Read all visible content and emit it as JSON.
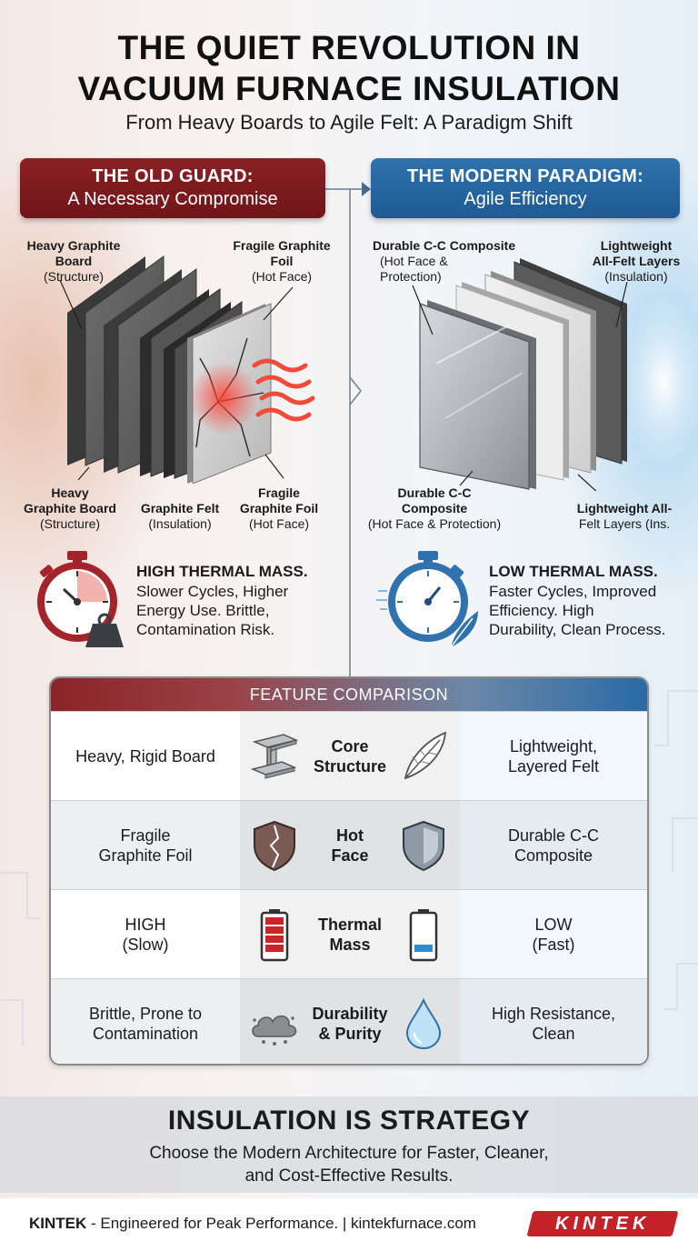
{
  "header": {
    "title_line1": "THE QUIET REVOLUTION IN",
    "title_line2": "VACUUM FURNACE INSULATION",
    "subtitle": "From Heavy Boards to Agile Felt: A Paradigm Shift"
  },
  "old": {
    "banner_title": "THE OLD GUARD:",
    "banner_subtitle": "A Necessary Compromise",
    "label_board_top_bold": "Heavy Graphite Board",
    "label_board_top_sub": "(Structure)",
    "label_foil_top_bold": "Fragile Graphite Foil",
    "label_foil_top_sub": "(Hot Face)",
    "label_board_bottom_l1": "Heavy",
    "label_board_bottom_l2": "Graphite Board",
    "label_board_bottom_l3": "(Structure)",
    "label_felt_l1": "Graphite Felt",
    "label_felt_l2": "(Insulation)",
    "label_foil_bottom_l1": "Fragile",
    "label_foil_bottom_l2": "Graphite Foil",
    "label_foil_bottom_l3": "(Hot Face)",
    "mass_title": "HIGH THERMAL MASS.",
    "mass_desc_l1": "Slower Cycles, Higher",
    "mass_desc_l2": "Energy Use. Brittle,",
    "mass_desc_l3": "Contamination Risk."
  },
  "modern": {
    "banner_title": "THE MODERN PARADIGM:",
    "banner_subtitle": "Agile Efficiency",
    "label_cc_top_bold": "Durable C-C Composite",
    "label_cc_top_sub1": "(Hot Face &",
    "label_cc_top_sub2": "Protection)",
    "label_felt_top_bold1": "Lightweight",
    "label_felt_top_bold2": "All-Felt Layers",
    "label_felt_top_sub": "(Insulation)",
    "label_cc_bottom_l1": "Durable C-C",
    "label_cc_bottom_l2": "Composite",
    "label_cc_bottom_l3": "(Hot Face & Protection)",
    "label_felt_bottom_l1": "Lightweight All-",
    "label_felt_bottom_l2": "Felt Layers (Ins.",
    "mass_title": "LOW THERMAL MASS.",
    "mass_desc_l1": "Faster Cycles, Improved",
    "mass_desc_l2": "Efficiency. High",
    "mass_desc_l3": "Durability, Clean Process."
  },
  "comparison": {
    "header": "FEATURE COMPARISON",
    "rows": [
      {
        "old": "Heavy, Rigid Board",
        "feature_l1": "Core",
        "feature_l2": "Structure",
        "new_l1": "Lightweight,",
        "new_l2": "Layered Felt",
        "icon_left": "steel-beam-icon",
        "icon_right": "feather-icon"
      },
      {
        "old_l1": "Fragile",
        "old_l2": "Graphite Foil",
        "feature_l1": "Hot",
        "feature_l2": "Face",
        "new_l1": "Durable C-C",
        "new_l2": "Composite",
        "icon_left": "cracked-shield-icon",
        "icon_right": "shield-icon"
      },
      {
        "old_l1": "HIGH",
        "old_l2": "(Slow)",
        "feature_l1": "Thermal",
        "feature_l2": "Mass",
        "new_l1": "LOW",
        "new_l2": "(Fast)",
        "icon_left": "full-battery-icon",
        "icon_right": "low-battery-icon"
      },
      {
        "old_l1": "Brittle, Prone to",
        "old_l2": "Contamination",
        "feature_l1": "Durability",
        "feature_l2": "& Purity",
        "new_l1": "High Resistance,",
        "new_l2": "Clean",
        "icon_left": "dust-cloud-icon",
        "icon_right": "water-drop-icon"
      }
    ]
  },
  "footer": {
    "strategy_title": "INSULATION IS STRATEGY",
    "strategy_sub_l1": "Choose the Modern Architecture for Faster, Cleaner,",
    "strategy_sub_l2": "and Cost-Effective Results.",
    "brand": "KINTEK",
    "tagline": " - Engineered for Peak Performance. | kintekfurnace.com",
    "logo": "KINTEK"
  },
  "colors": {
    "old_accent": "#8a2125",
    "modern_accent": "#2f72ad",
    "logo_red": "#c42229"
  }
}
